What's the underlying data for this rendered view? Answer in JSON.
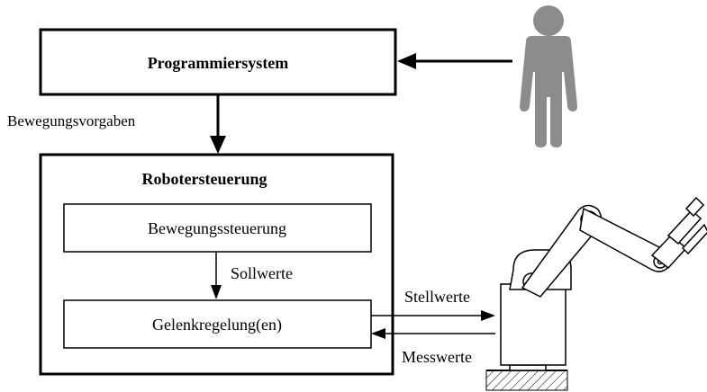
{
  "colors": {
    "stroke": "#000000",
    "person": "#8c8c8c",
    "background": "#ffffff"
  },
  "blocks": {
    "programming_system": "Programmiersystem",
    "robot_controller": "Robotersteuerung",
    "motion_control": "Bewegungssteuerung",
    "joint_control": "Gelenkregelung(en)"
  },
  "signals": {
    "motion_specs": "Bewegungsvorgaben",
    "setpoints": "Sollwerte",
    "actuator_values": "Stellwerte",
    "measured_values": "Messwerte"
  },
  "icons": {
    "operator": "person-icon",
    "robot": "robot-arm-icon"
  }
}
